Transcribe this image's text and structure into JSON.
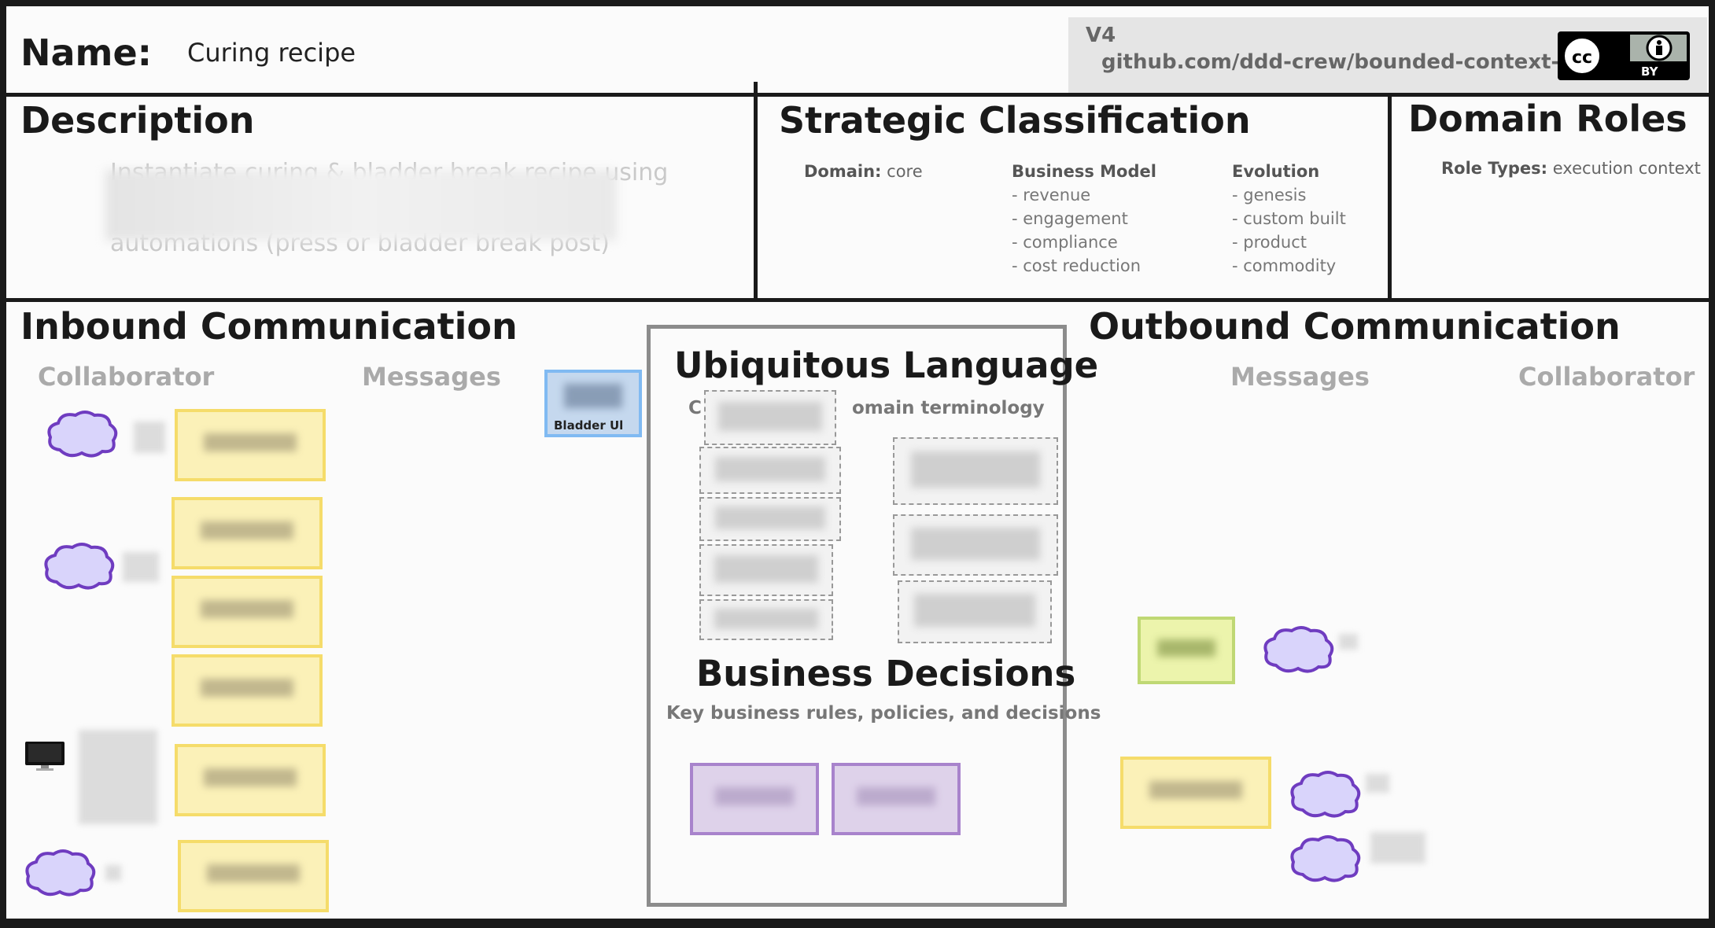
{
  "header": {
    "name_label": "Name:",
    "name_value": "Curing recipe",
    "version": "V4",
    "repo": "github.com/ddd-crew/bounded-context-canvas",
    "license_badge_text": "BY",
    "license_icon": "cc-by-icon"
  },
  "description": {
    "title": "Description",
    "partial_line_top": "Instantiate curing & bladder break recipe using",
    "partial_line_bottom": "automations (press or bladder break post)"
  },
  "strategic": {
    "title": "Strategic Classification",
    "domain_label": "Domain:",
    "domain_value": "core",
    "business_model_title": "Business Model",
    "business_model_items": [
      "- revenue",
      "- engagement",
      "- compliance",
      "- cost reduction"
    ],
    "evolution_title": "Evolution",
    "evolution_items": [
      "- genesis",
      "- custom built",
      "- product",
      "- commodity"
    ]
  },
  "domain_roles": {
    "title": "Domain Roles",
    "role_types_label": "Role Types:",
    "role_types_value": "execution context"
  },
  "inbound": {
    "title": "Inbound Communication",
    "collaborator_header": "Collaborator",
    "messages_header": "Messages",
    "blue_sticky_fragment": "Bladder Ul"
  },
  "ubiquitous": {
    "title": "Ubiquitous Language",
    "subtitle_start": "C",
    "subtitle_end": "omain terminology"
  },
  "business_decisions": {
    "title": "Business Decisions",
    "subtitle": "Key business rules, policies, and decisions"
  },
  "outbound": {
    "title": "Outbound Communication",
    "messages_header": "Messages",
    "collaborator_header": "Collaborator"
  },
  "icons": {
    "cloud": "cloud-icon",
    "monitor": "monitor-icon"
  },
  "colors": {
    "yellow_sticky": "#fbf1b8",
    "purple_sticky": "#ded2ea",
    "green_sticky": "#ecf4ac",
    "blue_sticky": "#c5d8ee",
    "cloud_fill": "#d9d4fb",
    "cloud_stroke": "#6f3cc0"
  }
}
